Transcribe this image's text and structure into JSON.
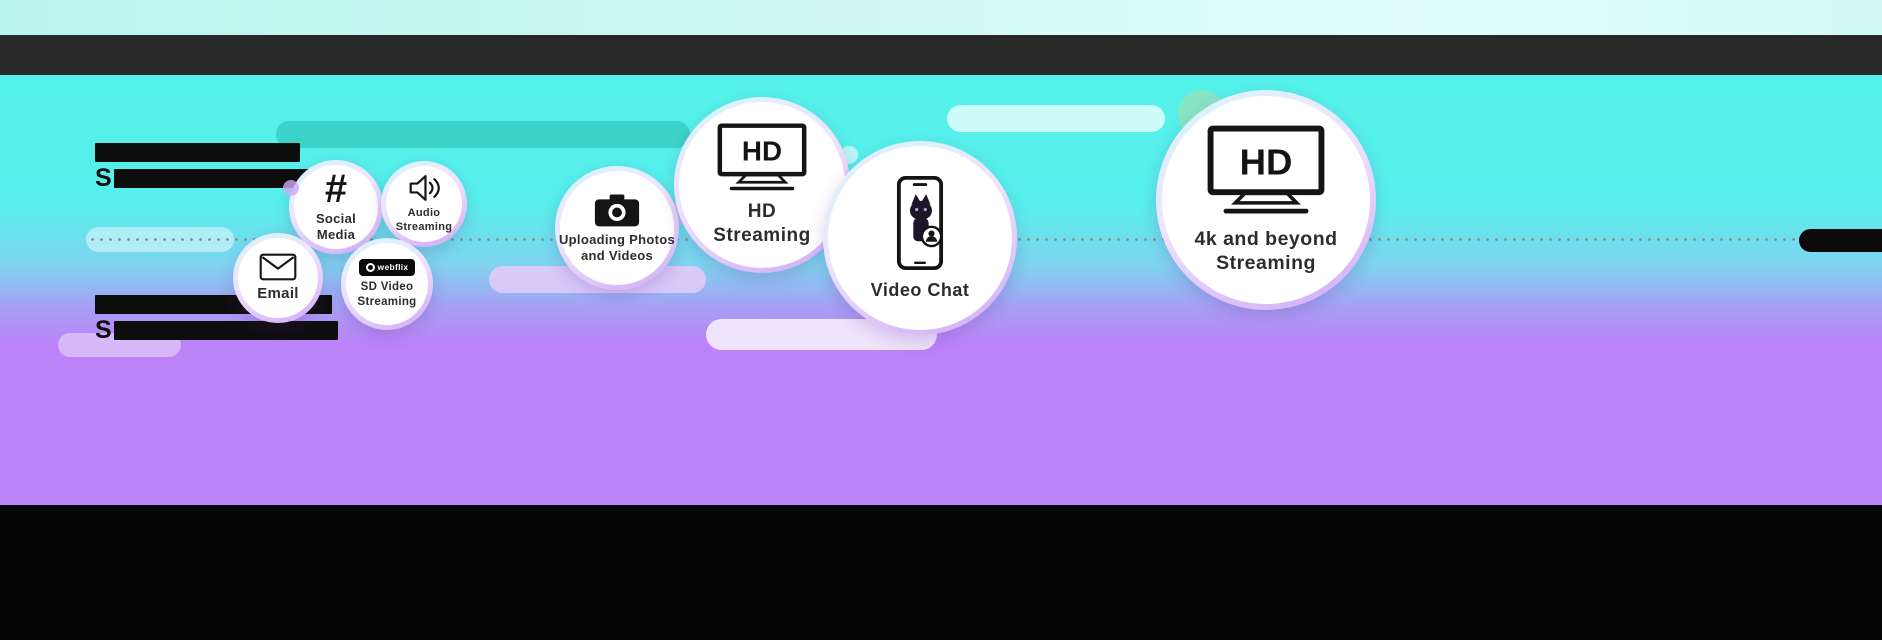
{
  "infographic": {
    "redactions": {
      "top_letter": "S",
      "bottom_letter": "S"
    },
    "icons": {
      "hashtag_glyph": "#"
    },
    "bubbles": {
      "email": {
        "label": "Email",
        "icon": "envelope-icon"
      },
      "social_media": {
        "label": "Social Media",
        "icon": "hashtag-icon"
      },
      "audio_streaming": {
        "label": "Audio Streaming",
        "icon": "speaker-icon"
      },
      "sd_video_streaming": {
        "label": "SD Video Streaming",
        "icon": "webflix-logo",
        "logo_text": "webflix"
      },
      "uploading": {
        "label": "Uploading Photos and Videos",
        "icon": "camera-icon"
      },
      "hd_streaming": {
        "label": "HD Streaming",
        "icon": "hd-tv-icon",
        "tv_text": "HD"
      },
      "video_chat": {
        "label": "Video Chat",
        "icon": "video-chat-phone-icon"
      },
      "uhd_streaming": {
        "label": "4k and beyond Streaming",
        "icon": "hd-tv-icon",
        "tv_text": "HD"
      }
    },
    "colors": {
      "background_cyan": "#52f0e9",
      "background_purple": "#bd81f8",
      "top_bar": "#282828",
      "bottom_bar": "#050505",
      "pill_teal": "#3ad0c7",
      "bubble_text": "#2d2d2d"
    }
  }
}
